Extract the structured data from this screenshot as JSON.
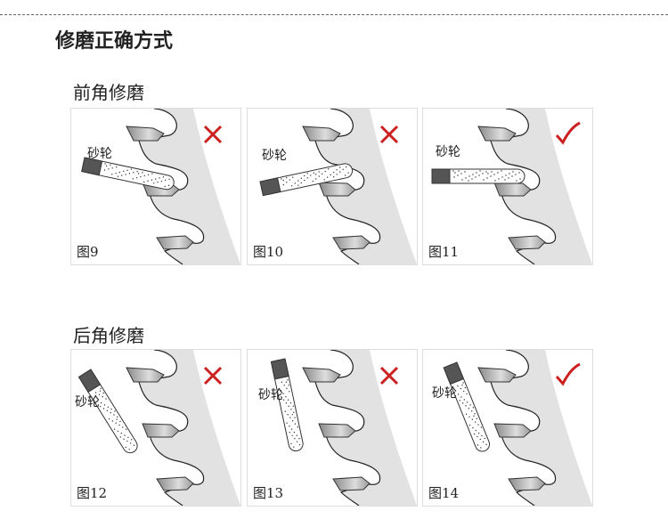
{
  "title": "修磨正确方式",
  "sections": [
    {
      "heading": "前角修磨",
      "figures": [
        {
          "label": "图9",
          "wheel_label": "砂轮",
          "mark": "wrong"
        },
        {
          "label": "图10",
          "wheel_label": "砂轮",
          "mark": "wrong"
        },
        {
          "label": "图11",
          "wheel_label": "砂轮",
          "mark": "correct"
        }
      ]
    },
    {
      "heading": "后角修磨",
      "figures": [
        {
          "label": "图12",
          "wheel_label": "砂轮",
          "mark": "wrong"
        },
        {
          "label": "图13",
          "wheel_label": "砂轮",
          "mark": "wrong"
        },
        {
          "label": "图14",
          "wheel_label": "砂轮",
          "mark": "correct"
        }
      ]
    }
  ],
  "colors": {
    "mark": "#cc1f1f",
    "blade": "#e2e2e2"
  }
}
